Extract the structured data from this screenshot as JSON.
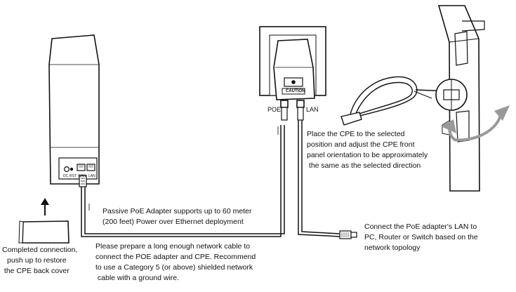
{
  "cpe": {
    "port_labels": [
      "DC",
      "RST",
      "WAN",
      "LAN"
    ]
  },
  "adapter": {
    "caution_label": "CAUTION",
    "poe_label": "POE",
    "lan_label": "LAN"
  },
  "notes": {
    "cover": [
      "Completed connection,",
      "push up to restore",
      " the CPE back cover"
    ],
    "passive_poe": [
      "Passive PoE Adapter supports up to 60 meter",
      "(200 feet) Power over Ethernet deployment"
    ],
    "cable": [
      "Please prepare a long enough network cable to",
      "connect the POE adapter and CPE. Recommend",
      "to use a Category 5 (or above) shielded network",
      " cable with a ground wire."
    ],
    "orientation": [
      "Place the CPE to the selected",
      "position and adjust the CPE front",
      "panel orientation to be approximately",
      " the same as the selected direction"
    ],
    "lan_connect": [
      "Connect the PoE adapter's LAN to",
      "PC, Router or Switch based on the",
      "network topology"
    ]
  }
}
